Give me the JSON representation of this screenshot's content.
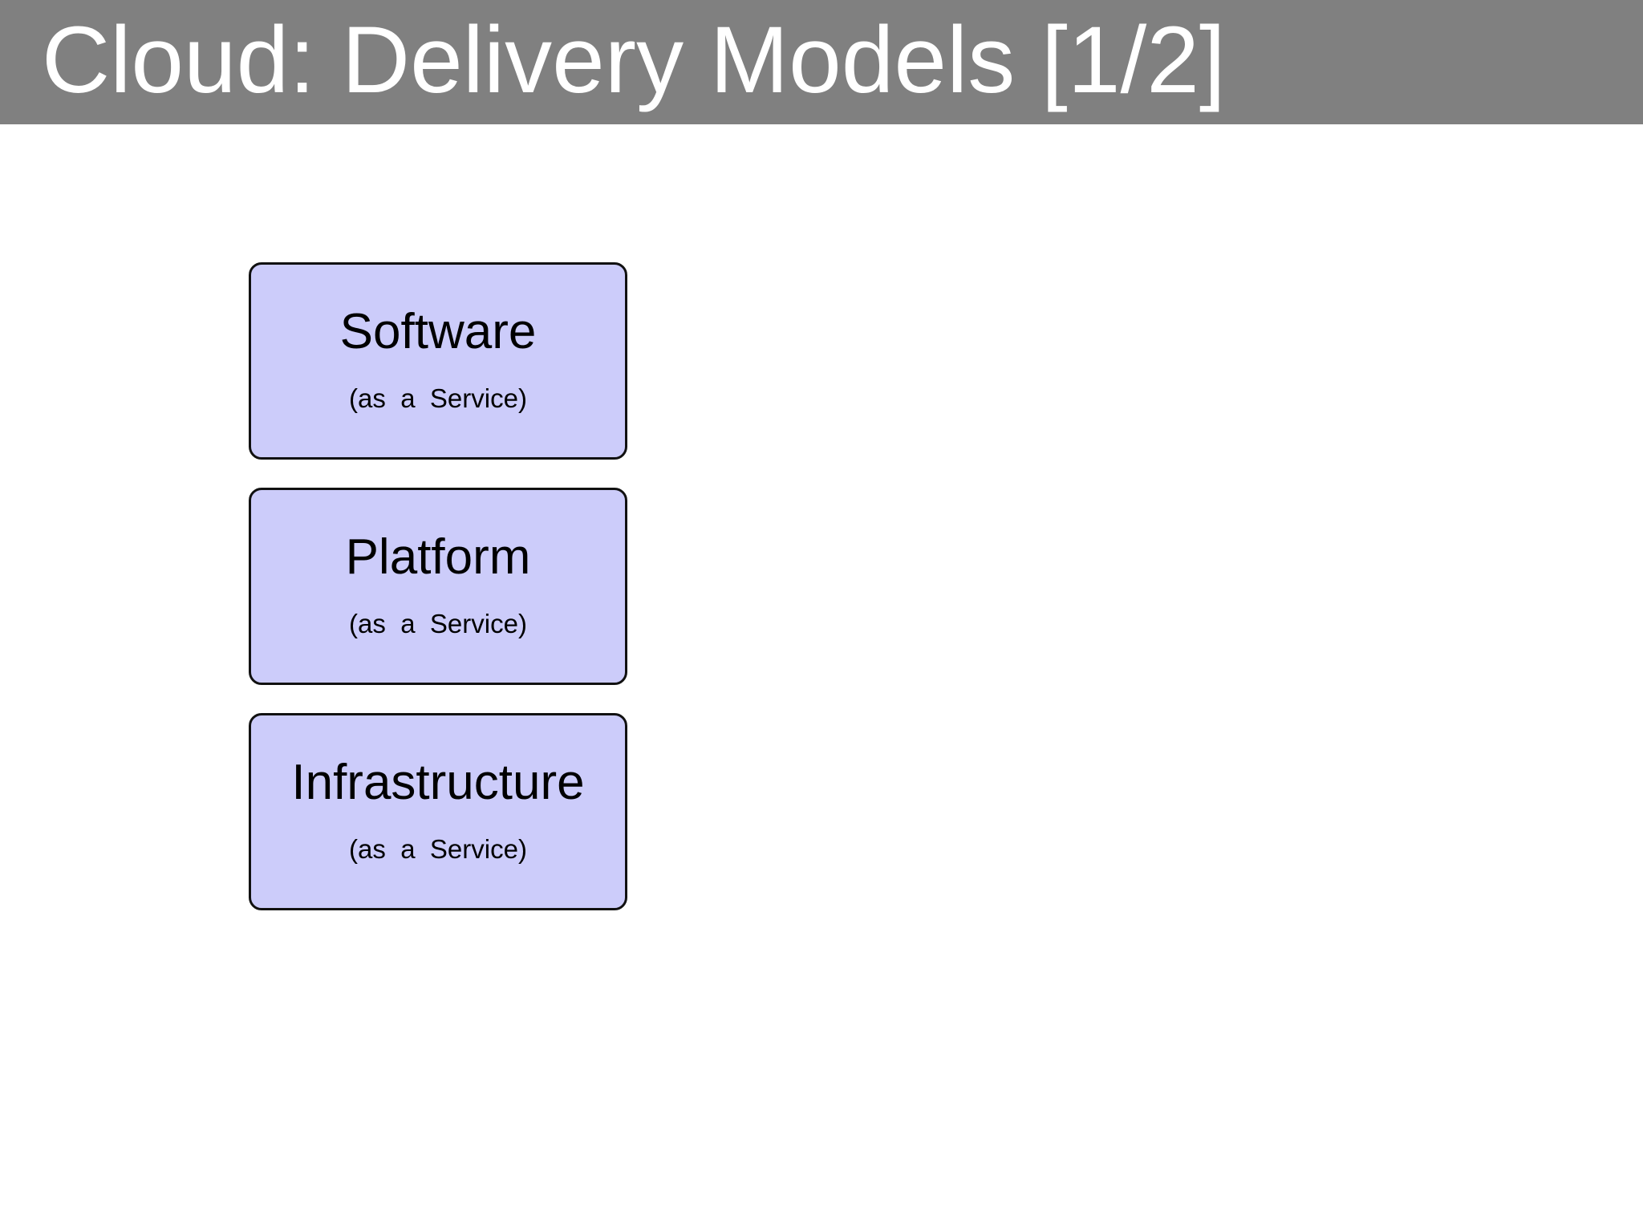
{
  "slide": {
    "title": "Cloud: Delivery Models [1/2]",
    "header_bg_color": "#808080",
    "header_text_color": "#ffffff",
    "background_color": "#ffffff",
    "box_fill_color": "#ccccfa",
    "box_border_color": "#111111"
  },
  "models": [
    {
      "name": "Software",
      "subtitle": "(as  a  Service)"
    },
    {
      "name": "Platform",
      "subtitle": "(as  a  Service)"
    },
    {
      "name": "Infrastructure",
      "subtitle": "(as  a  Service)"
    }
  ]
}
